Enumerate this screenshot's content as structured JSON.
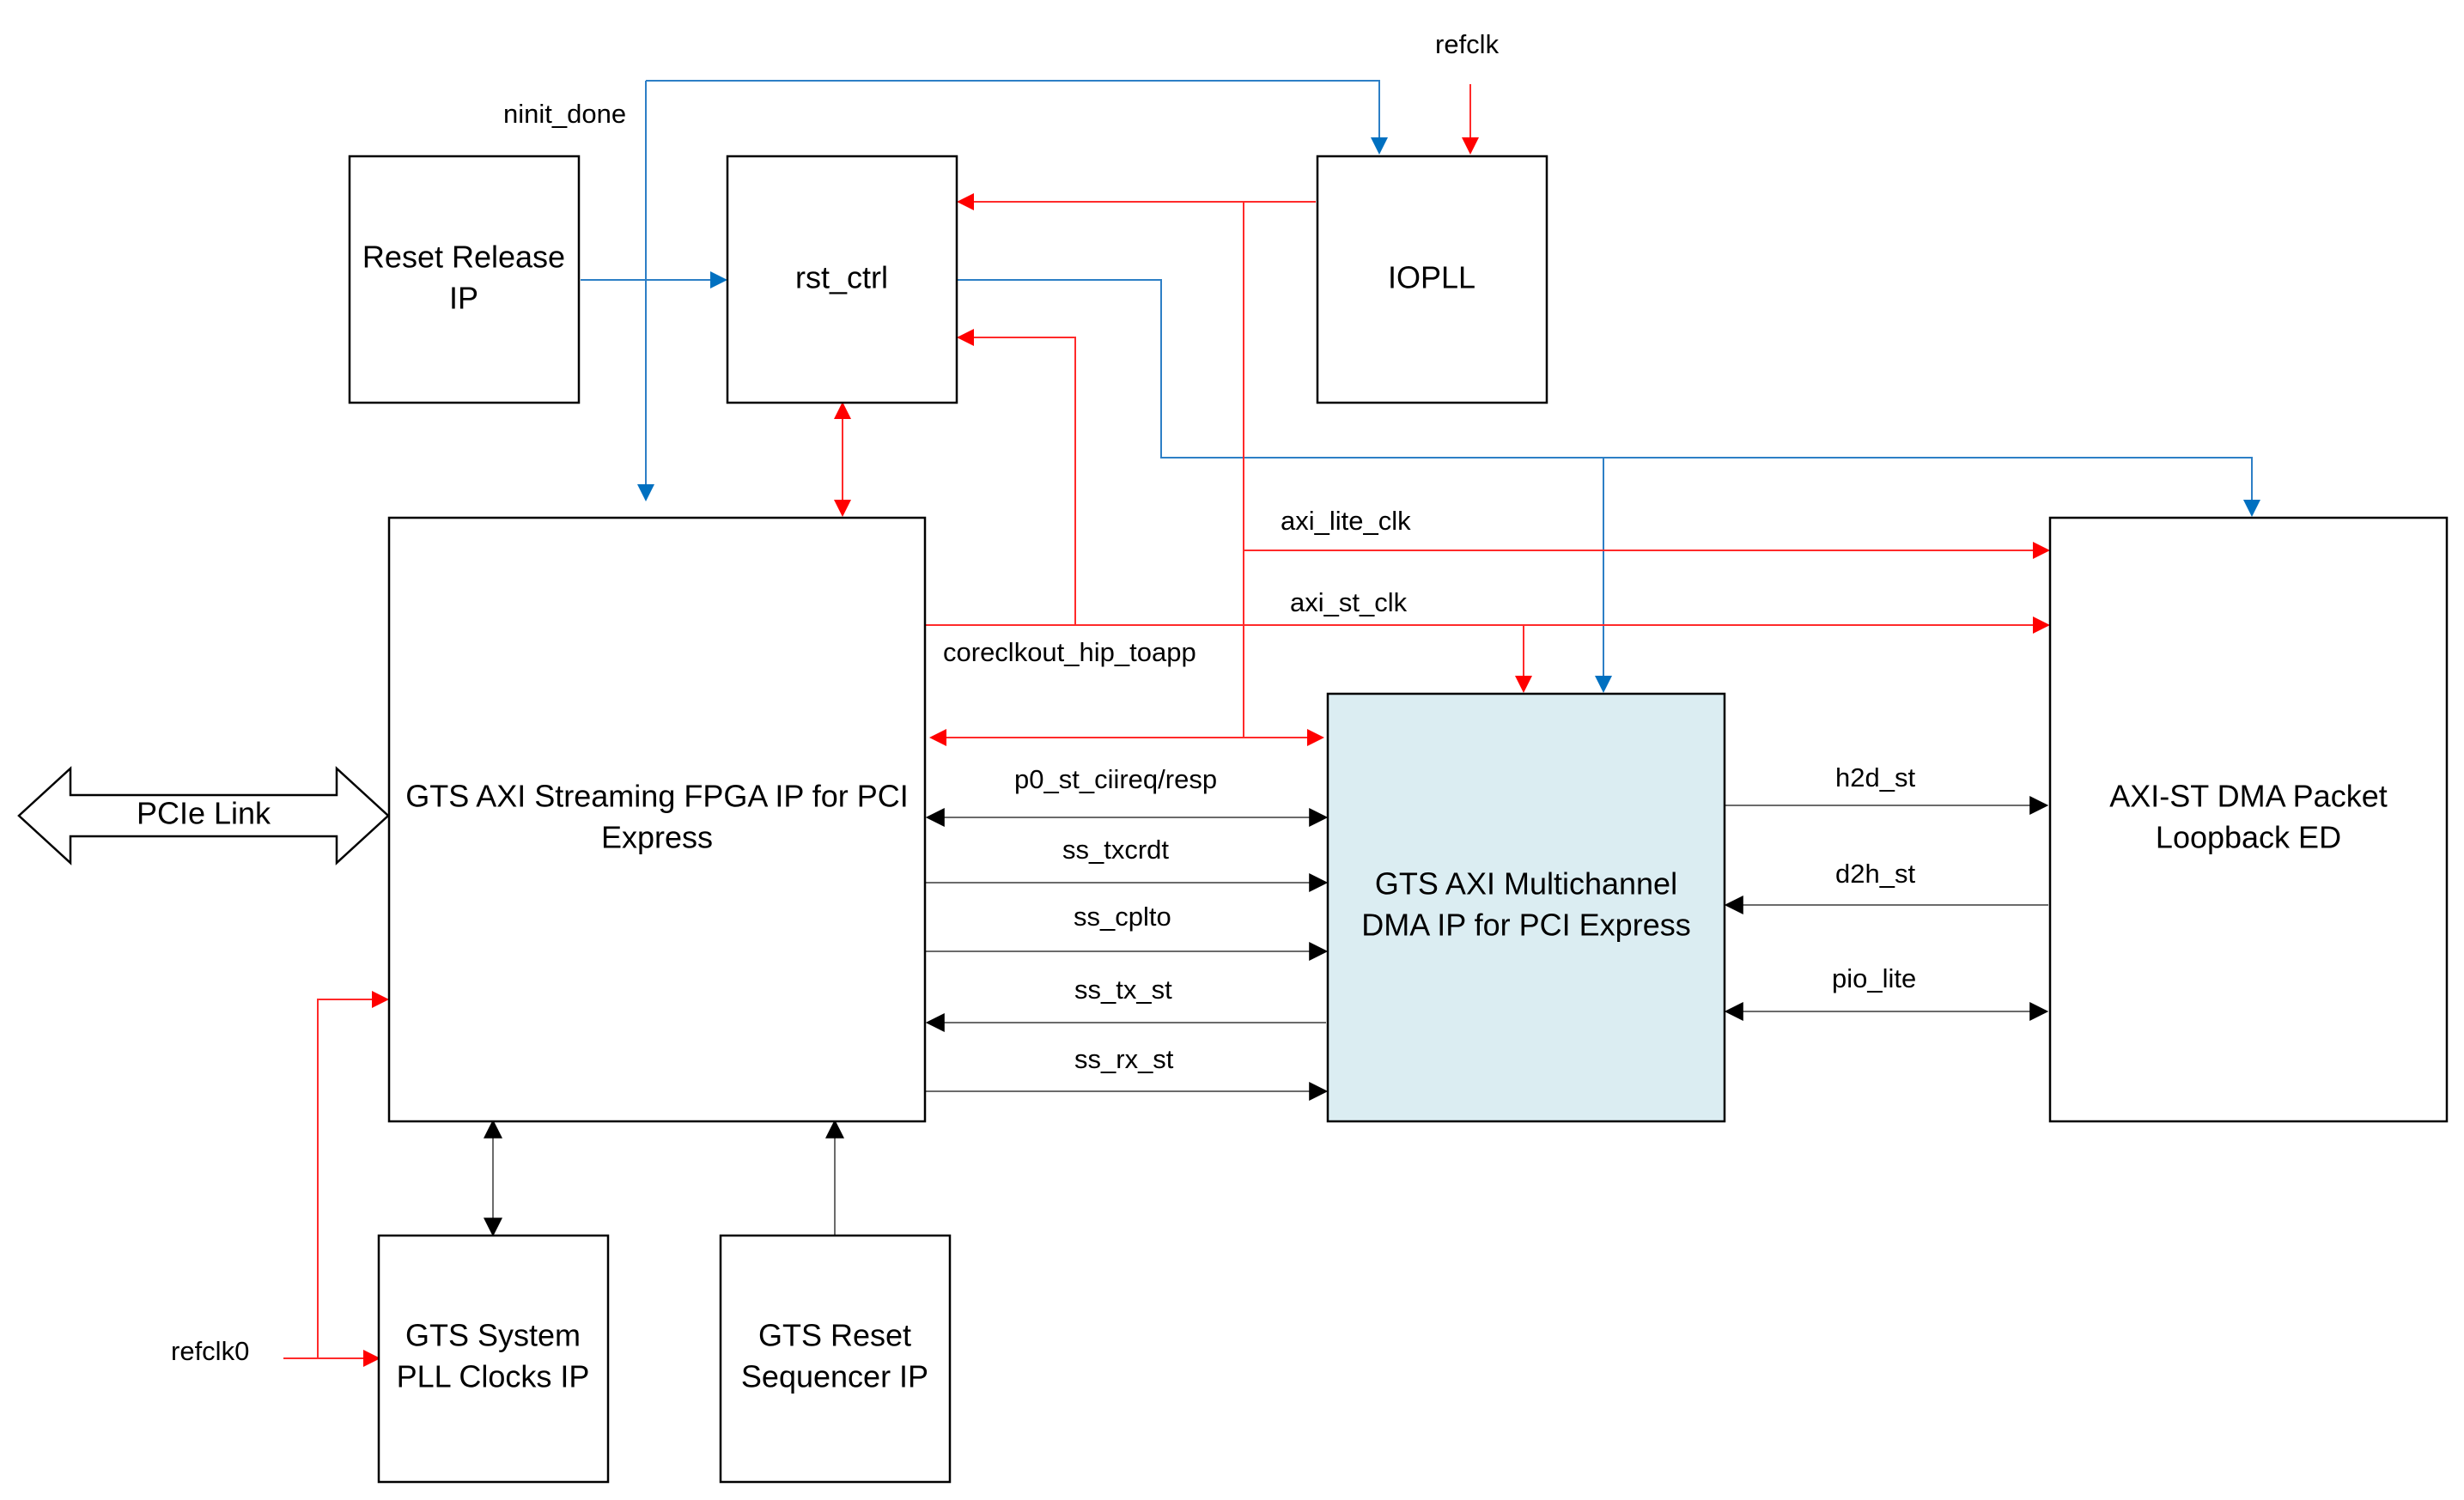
{
  "blocks": {
    "reset_release": [
      "Reset Release",
      "IP"
    ],
    "rst_ctrl": "rst_ctrl",
    "iopll": "IOPLL",
    "gts_axi_streaming": [
      "GTS AXI Streaming FPGA IP for PCI",
      "Express"
    ],
    "gts_axi_mcdma": [
      "GTS AXI Multichannel",
      "DMA IP for PCI Express"
    ],
    "axi_st_dma_loopback": [
      "AXI-ST DMA Packet",
      "Loopback ED"
    ],
    "gts_system_pll": [
      "GTS System",
      "PLL Clocks IP"
    ],
    "gts_reset_sequencer": [
      "GTS Reset",
      "Sequencer IP"
    ],
    "pcie_link": "PCIe Link"
  },
  "signals": {
    "refclk": "refclk",
    "ninit_done": "ninit_done",
    "axi_lite_clk": "axi_lite_clk",
    "axi_st_clk": "axi_st_clk",
    "coreclkout_hip_toapp": "coreclkout_hip_toapp",
    "p0_st_ciireq_resp": "p0_st_ciireq/resp",
    "ss_txcrdt": "ss_txcrdt",
    "ss_cplto": "ss_cplto",
    "ss_tx_st": "ss_tx_st",
    "ss_rx_st": "ss_rx_st",
    "h2d_st": "h2d_st",
    "d2h_st": "d2h_st",
    "pio_lite": "pio_lite",
    "refclk0": "refclk0"
  },
  "colors": {
    "clock_wire": "#ff2a2a",
    "reset_wire": "#2d7fc6",
    "data_wire": "#6b6b6b",
    "dma_block_fill": "#dbedf2"
  }
}
